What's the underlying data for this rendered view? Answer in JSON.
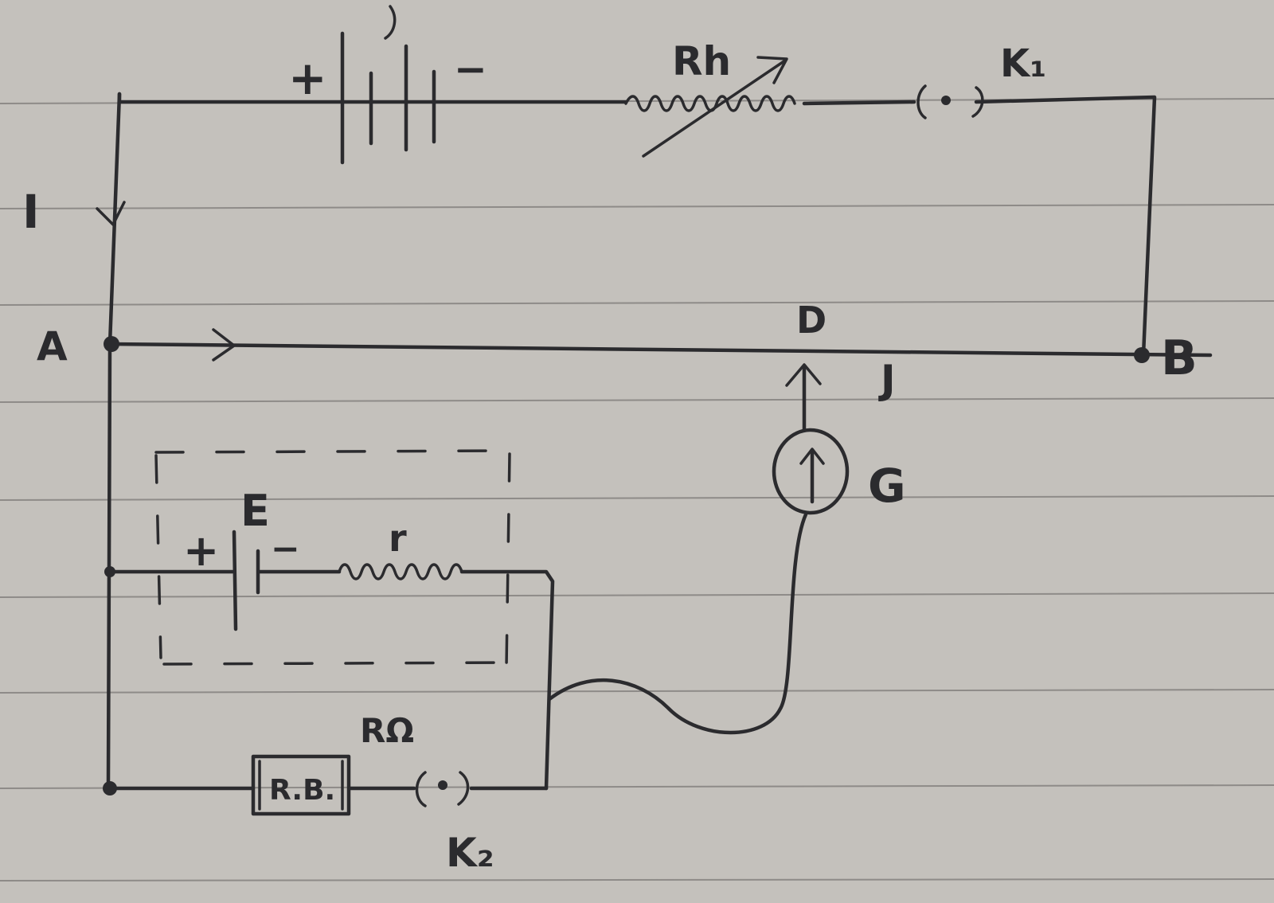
{
  "labels": {
    "current": "I",
    "node_a": "A",
    "node_b": "B",
    "jockey_point": "D",
    "jockey": "J",
    "rheostat": "Rh",
    "key_one": "K₁",
    "key_two": "K₂",
    "cell_emf": "E",
    "internal_resistance": "r",
    "galvanometer": "G",
    "resistance": "RΩ",
    "resistance_box": "R.B.",
    "plus": "+",
    "minus": "−"
  },
  "colors": {
    "paper": "#c4c1bc",
    "ink": "#2b2b2e",
    "ruled_lines": "#8e8b88"
  },
  "icons": {
    "main_battery": "battery-icon",
    "rheostat": "variable-resistor-icon",
    "galvanometer": "galvanometer-icon",
    "keys": "plug-key-icon"
  }
}
